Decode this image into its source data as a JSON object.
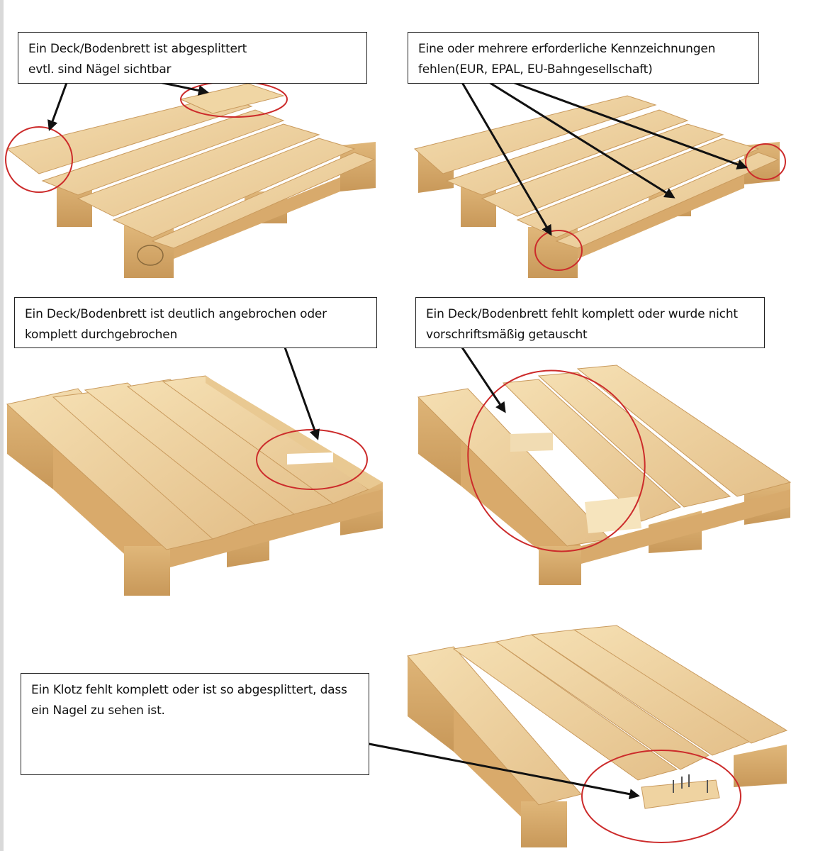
{
  "captions": [
    {
      "line1": "Ein Deck/Bodenbrett ist abgesplittert",
      "line2": "evtl. sind Nägel sichtbar"
    },
    {
      "line1": "Eine oder mehrere erforderliche Kennzeichnungen",
      "line2": "fehlen(EUR, EPAL, EU-Bahngesellschaft)"
    },
    {
      "line1": "Ein Deck/Bodenbrett ist deutlich angebrochen oder",
      "line2": "komplett durchgebrochen"
    },
    {
      "line1": "Ein Deck/Bodenbrett fehlt komplett oder wurde nicht",
      "line2": "vorschriftsmäßig  getauscht"
    },
    {
      "line1": "Ein Klotz fehlt komplett oder ist so abgesplittert, dass",
      "line2": "ein Nagel zu sehen ist."
    }
  ],
  "colors": {
    "wood_light": "#f2d9a8",
    "wood_mid": "#e2bd80",
    "wood_dark": "#c9995c",
    "circle": "#cc2b2b",
    "arrow": "#111111"
  }
}
